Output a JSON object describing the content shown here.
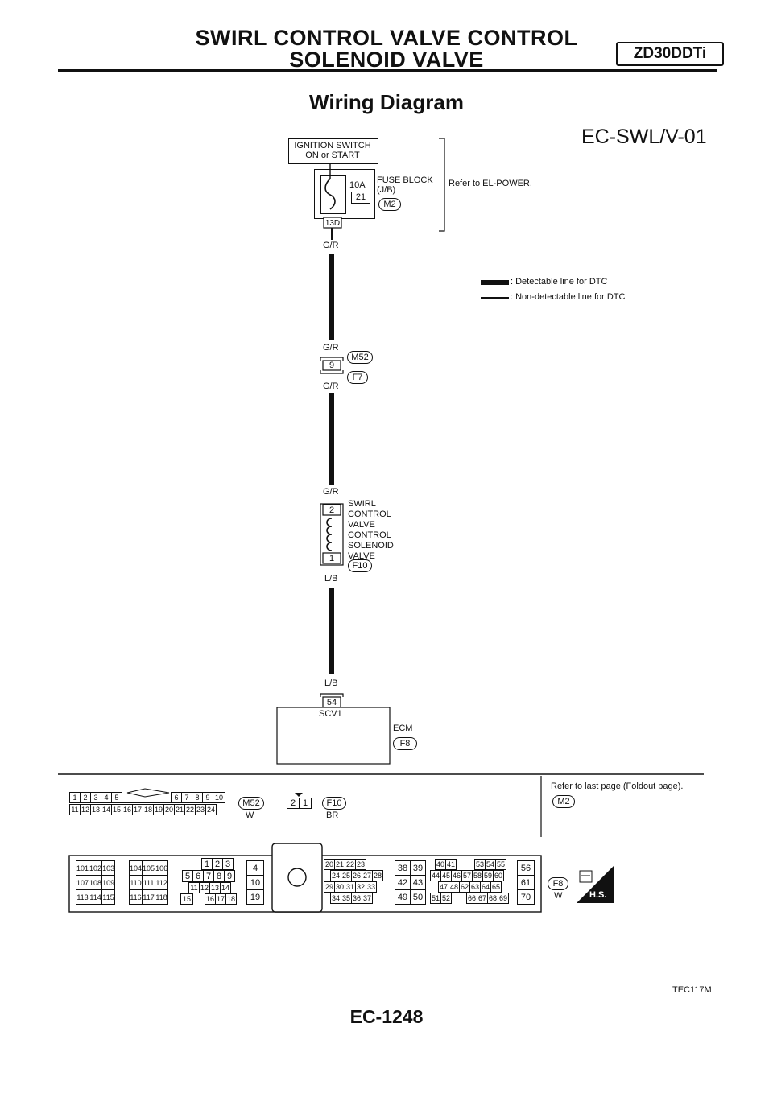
{
  "header": {
    "title_line1": "SWIRL CONTROL VALVE CONTROL",
    "title_line2": "SOLENOID VALVE",
    "engine_badge": "ZD30DDTi"
  },
  "diagram": {
    "title": "Wiring Diagram",
    "code": "EC-SWL/V-01",
    "ignition_switch": "IGNITION SWITCH",
    "ignition_state": "ON or START",
    "fuse_rating": "10A",
    "fuse_number": "21",
    "fuse_block_line1": "FUSE BLOCK",
    "fuse_block_line2": "(J/B)",
    "fuse_connector": "M2",
    "fuse_terminal": "13D",
    "refer_power": "Refer to EL-POWER.",
    "wire_gr_1": "G/R",
    "legend_detectable": ": Detectable line for DTC",
    "legend_non_detectable": ": Non-detectable line for DTC",
    "jc_wire_top": "G/R",
    "jc_pin": "9",
    "jc_wire_bottom": "G/R",
    "jc_conn_top": "M52",
    "jc_conn_bottom": "F7",
    "sol_wire_in": "G/R",
    "sol_pin_top": "2",
    "sol_pin_bottom": "1",
    "sol_label": [
      "SWIRL",
      "CONTROL",
      "VALVE",
      "CONTROL",
      "SOLENOID",
      "VALVE"
    ],
    "sol_connector": "F10",
    "sol_wire_out": "L/B",
    "ecm_wire_in": "L/B",
    "ecm_pin": "54",
    "ecm_terminal_name": "SCV1",
    "ecm_label": "ECM",
    "ecm_connector": "F8",
    "figure_id": "TEC117M",
    "page_number": "EC-1248"
  },
  "connectors": {
    "m52": {
      "row1_left": [
        "1",
        "2",
        "3",
        "4",
        "5"
      ],
      "row1_right": [
        "6",
        "7",
        "8",
        "9",
        "10"
      ],
      "row2": [
        "11",
        "12",
        "13",
        "14",
        "15",
        "16",
        "17",
        "18",
        "19",
        "20",
        "21",
        "22",
        "23",
        "24"
      ],
      "id": "M52",
      "color": "W"
    },
    "f10": {
      "pins": [
        "2",
        "1"
      ],
      "id": "F10",
      "color": "BR"
    },
    "refer_foldout": "Refer to last page (Foldout page).",
    "foldout_connector": "M2",
    "f8": {
      "block1": [
        [
          "101",
          "102",
          "103"
        ],
        [
          "107",
          "108",
          "109"
        ],
        [
          "113",
          "114",
          "115"
        ]
      ],
      "block2": [
        [
          "104",
          "105",
          "106"
        ],
        [
          "110",
          "111",
          "112"
        ],
        [
          "116",
          "117",
          "118"
        ]
      ],
      "block3": [
        [
          "1",
          "2",
          "3"
        ],
        [
          "5",
          "6",
          "7",
          "8",
          "9"
        ],
        [
          "11",
          "12",
          "13",
          "14"
        ],
        [
          "15",
          "16",
          "17",
          "18"
        ]
      ],
      "block4": [
        "4",
        "10",
        "19"
      ],
      "block5": [
        [
          "20",
          "21",
          "22",
          "23"
        ],
        [
          "24",
          "25",
          "26",
          "27",
          "28"
        ],
        [
          "29",
          "30",
          "31",
          "32",
          "33"
        ],
        [
          "34",
          "35",
          "36",
          "37"
        ]
      ],
      "block6": [
        [
          "38",
          "39"
        ],
        [
          "42",
          "43"
        ],
        [
          "49",
          "50"
        ]
      ],
      "block7": [
        [
          "40",
          "41",
          "53",
          "54",
          "55"
        ],
        [
          "44",
          "45",
          "46",
          "57",
          "58",
          "59",
          "60"
        ],
        [
          "47",
          "48",
          "62",
          "63",
          "64",
          "65"
        ],
        [
          "51",
          "52",
          "66",
          "67",
          "68",
          "69"
        ]
      ],
      "block8": [
        "56",
        "61",
        "70"
      ],
      "id": "F8",
      "color": "W",
      "hs_label": "H.S."
    }
  }
}
